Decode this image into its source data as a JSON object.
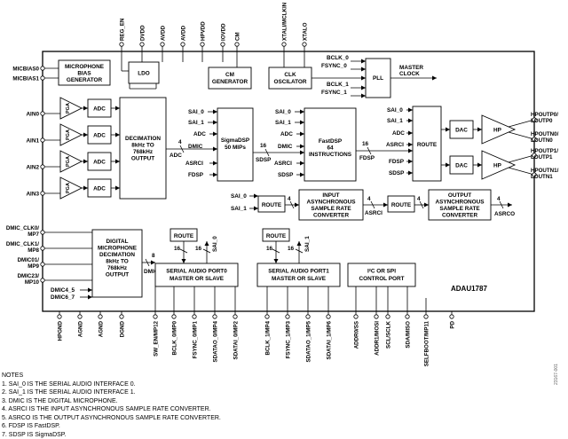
{
  "chip": {
    "name": "ADAU1787"
  },
  "top_pins": [
    "REG_EN",
    "DVDD",
    "AVDD",
    "AVDD",
    "HPVDD",
    "IOVDD",
    "CM",
    "XTALI/MCLKIN",
    "XTALO"
  ],
  "bottom_pins": [
    "HPGND",
    "AGND",
    "AGND",
    "DGND",
    "SW_EN/MP12",
    "BCLK_0/MP0",
    "FSYNC_0/MP1",
    "SDATAO_0/MP4",
    "SDATAI_0/MP2",
    "BCLK_1/MP4",
    "FSYNC_1/MP3",
    "SDATAO_1/MP5",
    "SDATAI_1/MP6",
    "ADDR0/SS",
    "ADDR1/MOSI",
    "SCL/SCLK",
    "SDA/MISO",
    "SELFBOOT/MP11",
    "PD"
  ],
  "left_pins": {
    "micbias": [
      "MICBIAS0",
      "MICBIAS1"
    ],
    "ain": [
      "AIN0",
      "AIN1",
      "AIN2",
      "AIN3"
    ],
    "dmic": [
      "DMIC_CLK0/MP7",
      "DMIC_CLK1/MP8",
      "DMIC01/MP9",
      "DMIC23/MP10"
    ]
  },
  "right_pins": [
    "HPOUTP0/LOUTP0",
    "HPOUTN0/LOUTN0",
    "HPOUTP1/LOUTP1",
    "HPOUTN1/LOUTN1"
  ],
  "blocks": {
    "mic_bias": [
      "MICROPHONE",
      "BIAS",
      "GENERATOR"
    ],
    "ldo": "LDO",
    "cm_gen": [
      "CM",
      "GENERATOR"
    ],
    "clk_osc": [
      "CLK",
      "OSCILATOR"
    ],
    "pll": "PLL",
    "master_clock": [
      "MASTER",
      "CLOCK"
    ],
    "pga": "PGA",
    "adc": "ADC",
    "decimation": [
      "DECIMATION",
      "8kHz TO",
      "768kHz",
      "OUTPUT"
    ],
    "sigmadsp": [
      "SigmaDSP",
      "50 MIPs"
    ],
    "fastdsp": [
      "FastDSP",
      "64",
      "INSTRUCTIONS"
    ],
    "route": "ROUTE",
    "dac": "DAC",
    "hp": "HP",
    "input_asrc": [
      "INPUT",
      "ASYNCHRONOUS",
      "SAMPLE RATE",
      "CONVERTER"
    ],
    "output_asrc": [
      "OUTPUT",
      "ASYNCHRONOUS",
      "SAMPLE RATE",
      "CONVERTER"
    ],
    "dmic_dec": [
      "DIGITAL",
      "MICROPHONE",
      "DECIMATION",
      "8kHz TO",
      "768kHz",
      "OUTPUT"
    ],
    "sport0": [
      "SERIAL AUDIO PORT0",
      "MASTER OR SLAVE"
    ],
    "sport1": [
      "SERIAL AUDIO PORT1",
      "MASTER OR SLAVE"
    ],
    "i2c": [
      "I²C OR SPI",
      "CONTROL PORT"
    ]
  },
  "signals": {
    "bclk0": "BCLK_0",
    "fsync0": "FSYNC_0",
    "bclk1": "BCLK_1",
    "fsync1": "FSYNC_1",
    "sai0": "SAI_0",
    "sai1": "SAI_1",
    "adc": "ADC",
    "dmic": "DMIC",
    "asrci": "ASRCI",
    "fdsp": "FDSP",
    "sdsp": "SDSP",
    "asrco": "ASRCO",
    "dmic45": "DMIC4_5",
    "dmic67": "DMIC6_7"
  },
  "bus_widths": {
    "w4": "4",
    "w8": "8",
    "w16": "16"
  },
  "notes": {
    "title": "NOTES",
    "items": [
      "1. SAI_0 IS THE SERIAL AUDIO INTERFACE 0.",
      "2. SAI_1 IS THE SERIAL AUDIO INTERFACE 1.",
      "3. DMIC IS THE DIGITAL MICROPHONE.",
      "4. ASRCI IS THE INPUT ASYNCHRONOUS SAMPLE RATE CONVERTER.",
      "5. ASRCO IS THE OUTPUT ASYNCHRONOUS SAMPLE RATE CONVERTER.",
      "6. FDSP IS FastDSP.",
      "7. SDSP IS SigmaDSP."
    ]
  },
  "figure_id": "23167-001"
}
